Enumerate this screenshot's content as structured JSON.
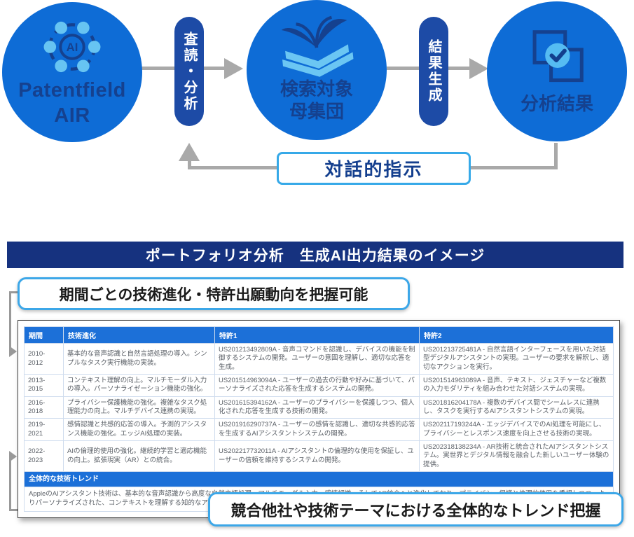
{
  "colors": {
    "circle_fill": "#0E6CD6",
    "node_text": "#15418F",
    "pill_fill": "#1D4BA6",
    "banner_fill": "#16327F",
    "table_header_fill": "#1C70D8",
    "callout_border": "#3CA7E8",
    "arrow_gray": "#A9A9A9",
    "icon_light_blue": "#67C4F2"
  },
  "flow": {
    "nodes": [
      {
        "icon": "ai-network-icon",
        "line1": "Patentfield",
        "line2": "AIR"
      },
      {
        "icon": "open-book-icon",
        "line1": "検索対象",
        "line2": "母集団"
      },
      {
        "icon": "analysis-check-icon",
        "label": "分析結果"
      }
    ],
    "connectors": [
      {
        "label": "査読・分析"
      },
      {
        "label": "結果生成"
      }
    ],
    "feedback_label": "対話的指示"
  },
  "banner": {
    "title": "ポートフォリオ分析　生成AI出力結果のイメージ"
  },
  "callouts": {
    "top": "期間ごとの技術進化・特許出願動向を把握可能",
    "bottom": "競合他社や技術テーマにおける全体的なトレンド把握"
  },
  "table": {
    "headers": [
      "期間",
      "技術進化",
      "特許1",
      "特許2"
    ],
    "rows": [
      [
        "2010-2012",
        "基本的な音声認識と自然言語処理の導入。シンプルなタスク実行機能の実装。",
        "US201213492809A - 音声コマンドを認識し、デバイスの機能を制御するシステムの開発。ユーザーの意図を理解し、適切な応答を生成。",
        "US201213725481A - 自然言語インターフェースを用いた対話型デジタルアシスタントの実現。ユーザーの要求を解釈し、適切なアクションを実行。"
      ],
      [
        "2013-2015",
        "コンテキスト理解の向上。マルチモーダル入力の導入。パーソナライゼーション機能の強化。",
        "US201514963094A - ユーザーの過去の行動や好みに基づいて、パーソナライズされた応答を生成するシステムの開発。",
        "US201514963089A - 音声、テキスト、ジェスチャーなど複数の入力モダリティを組み合わせた対話システムの実現。"
      ],
      [
        "2016-2018",
        "プライバシー保護機能の強化。複雑なタスク処理能力の向上。マルチデバイス連携の実現。",
        "US201615394162A - ユーザーのプライバシーを保護しつつ、個人化された応答を生成する技術の開発。",
        "US201816204178A - 複数のデバイス間でシームレスに連携し、タスクを実行するAIアシスタントシステムの実現。"
      ],
      [
        "2019-2021",
        "感情認識と共感的応答の導入。予測的アシスタンス機能の強化。エッジAI処理の実装。",
        "US201916290737A - ユーザーの感情を認識し、適切な共感的応答を生成するAIアシスタントシステムの開発。",
        "US202117193244A - エッジデバイスでのAI処理を可能にし、プライバシーとレスポンス速度を向上させる技術の実現。"
      ],
      [
        "2022-2023",
        "AIの倫理的使用の強化。継続的学習と適応機能の向上。拡張現実（AR）との統合。",
        "US202217732011A - AIアシスタントの倫理的な使用を保証し、ユーザーの信頼を維持するシステムの開発。",
        "US202318138234A - AR技術と統合されたAIアシスタントシステム。実世界とデジタル情報を融合した新しいユーザー体験の提供。"
      ]
    ],
    "trend_header": "全体的な技術トレンド",
    "trend_text": "AppleのAIアシスタント技術は、基本的な音声認識から高度な自然言語処理、マルチモーダル入力、感情認識、そしてAR統合へと進化しており、プライバシー保護と倫理的使用を重視しつつ、よりパーソナライズされた、コンテキストを理解する知的なアシスタントの実現を目指している。"
  }
}
